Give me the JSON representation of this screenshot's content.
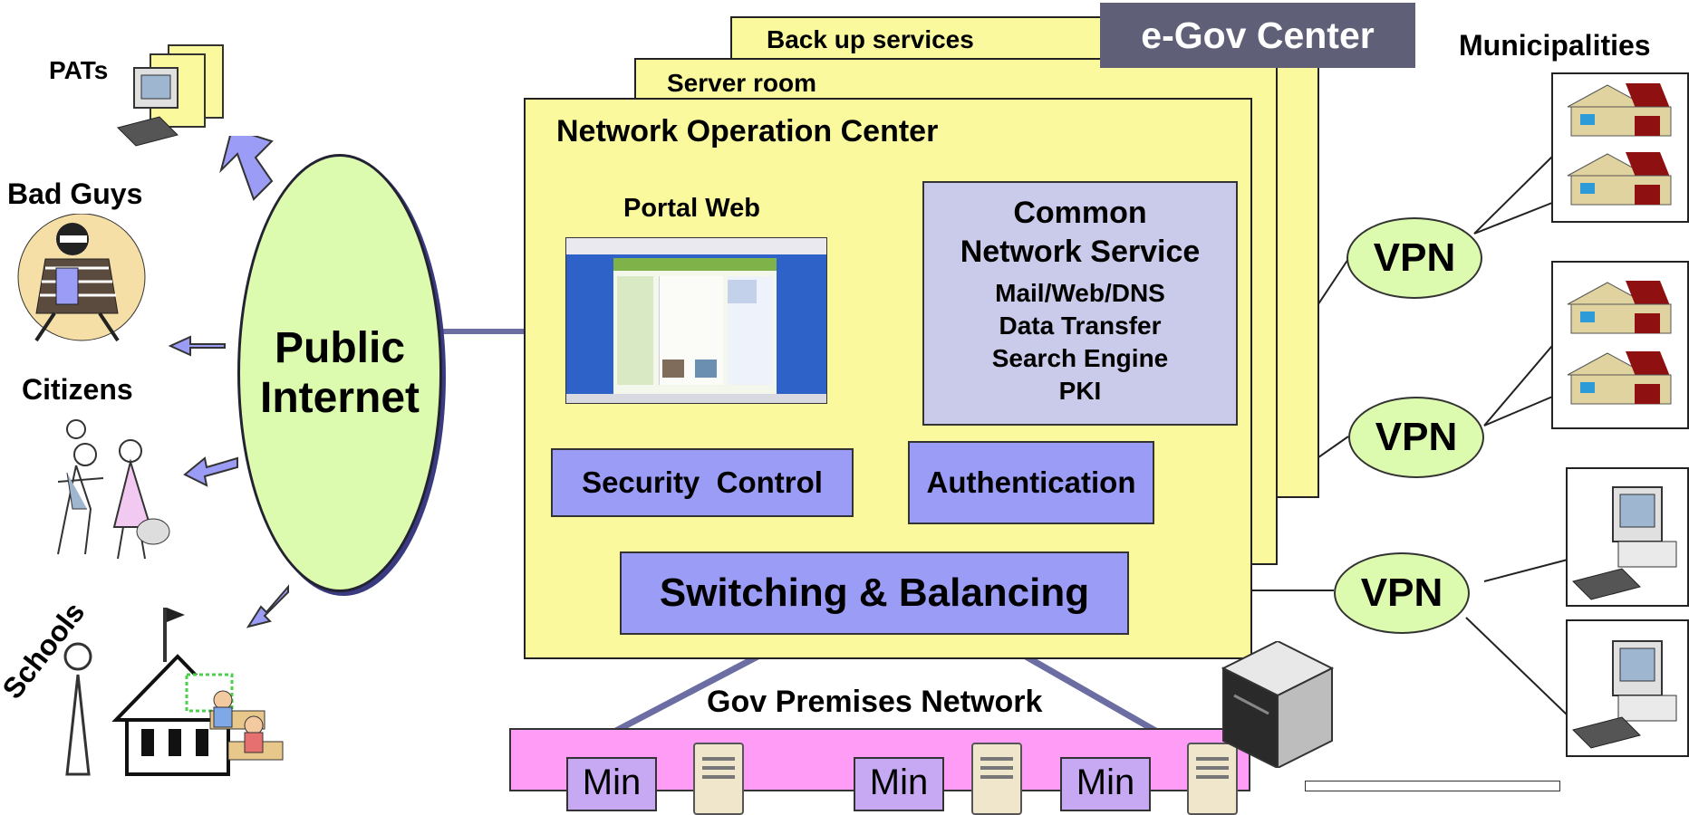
{
  "title": "e-Gov Center",
  "layers": {
    "backup": "Back up services",
    "server_room": "Server room",
    "noc": "Network Operation Center"
  },
  "portal": {
    "label": "Portal Web"
  },
  "common_service": {
    "title_line1": "Common",
    "title_line2": "Network Service",
    "items": [
      "Mail/Web/DNS",
      "Data Transfer",
      "Search Engine",
      "PKI"
    ]
  },
  "security": "Security  Control",
  "authentication": "Authentication",
  "switching": "Switching & Balancing",
  "gov_premises": "Gov Premises Network",
  "ministries": [
    "Min",
    "Min",
    "Min"
  ],
  "public_internet": {
    "line1": "Public",
    "line2": "Internet"
  },
  "actors": {
    "pats": "PATs",
    "bad_guys": "Bad Guys",
    "citizens": "Citizens",
    "schools": "Schools"
  },
  "municipalities": "Municipalities",
  "vpns": [
    "VPN",
    "VPN",
    "VPN"
  ],
  "colors": {
    "yellow_panel": "#fbf99e",
    "blue_box": "#9a9cf5",
    "lavender_box": "#cacaea",
    "green_ellipse": "#dcfbae",
    "pink_network": "#ff9cf5",
    "title_bg": "#5f6078",
    "link_line": "#6b6da3"
  }
}
